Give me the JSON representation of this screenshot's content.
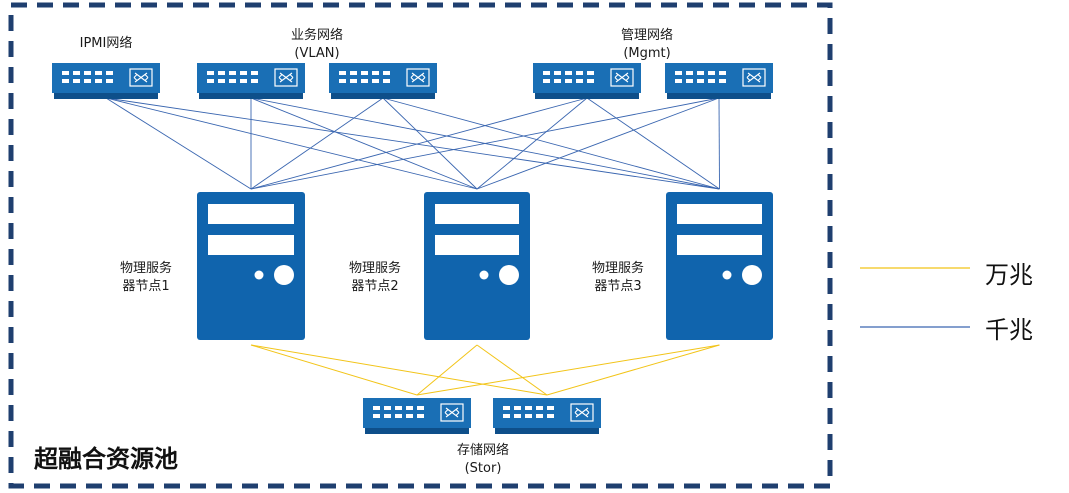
{
  "pool": {
    "label": "超融合资源池"
  },
  "networks": {
    "ipmi": {
      "label": "IPMI网络"
    },
    "vlan": {
      "label_line1": "业务网络",
      "label_line2": "(VLAN)"
    },
    "mgmt": {
      "label_line1": "管理网络",
      "label_line2": "(Mgmt)"
    },
    "stor": {
      "label_line1": "存储网络",
      "label_line2": "(Stor)"
    }
  },
  "servers": [
    {
      "label_line1": "物理服务",
      "label_line2": "器节点1"
    },
    {
      "label_line1": "物理服务",
      "label_line2": "器节点2"
    },
    {
      "label_line1": "物理服务",
      "label_line2": "器节点3"
    }
  ],
  "legend": {
    "ten_gigabit": {
      "label": "万兆",
      "color": "#f2c418"
    },
    "gigabit": {
      "label": "千兆",
      "color": "#3a66b0"
    }
  },
  "colors": {
    "server_blue": "#1064ad",
    "switch_blue": "#1a6fb5",
    "border_blue": "#1f3f6f",
    "gigabit_line": "#3a66b0",
    "ten_gigabit_line": "#f2c418"
  }
}
